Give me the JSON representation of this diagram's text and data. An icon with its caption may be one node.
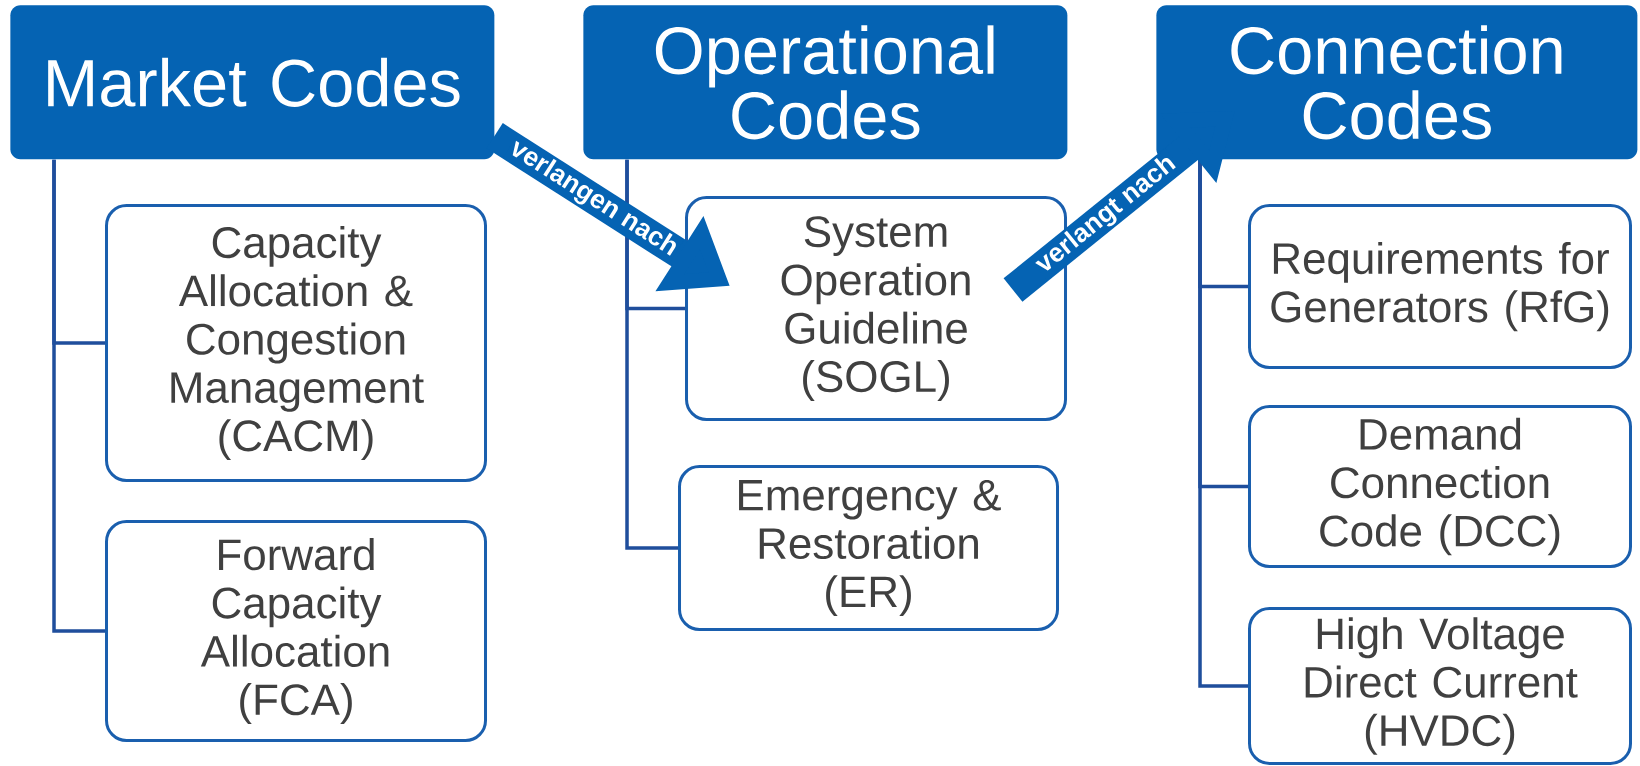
{
  "diagram": {
    "nodes": [
      {
        "text": [
          "Market Codes"
        ]
      },
      {
        "text": [
          "Capacity Allocation & Congestion Management (CACM)"
        ]
      },
      {
        "text": [
          "Forward Capacity Allocation (FCA)"
        ]
      },
      {
        "text": [
          "Operational Codes"
        ]
      },
      {
        "text": [
          "System Operation Guideline (SOGL)"
        ]
      },
      {
        "text": [
          "Emergency & Restoration (ER)"
        ]
      },
      {
        "text": [
          "Connection Codes"
        ]
      },
      {
        "text": [
          "Requirements for Generators (RfG)"
        ]
      },
      {
        "text": [
          "Demand Connection Code (DCC)"
        ]
      },
      {
        "text": [
          "High Voltage Direct Current (HVDC)"
        ]
      }
    ],
    "edges": [
      {
        "from": 0,
        "to": 1,
        "arrow": "none"
      },
      {
        "from": 0,
        "to": 2,
        "arrow": "none"
      },
      {
        "from": 3,
        "to": 4,
        "arrow": "none"
      },
      {
        "from": 3,
        "to": 5,
        "arrow": "none"
      },
      {
        "from": 6,
        "to": 7,
        "arrow": "none"
      },
      {
        "from": 6,
        "to": 8,
        "arrow": "none"
      },
      {
        "from": 6,
        "to": 9,
        "arrow": "none"
      },
      {
        "from": 0,
        "to": 4,
        "arrow": "to",
        "label": "verlangen nach",
        "style": "thick",
        "color": "#0563b3"
      },
      {
        "from": 4,
        "to": 6,
        "arrow": "to",
        "label": "verlangt nach",
        "style": "thick",
        "color": "#0563b3"
      }
    ]
  }
}
